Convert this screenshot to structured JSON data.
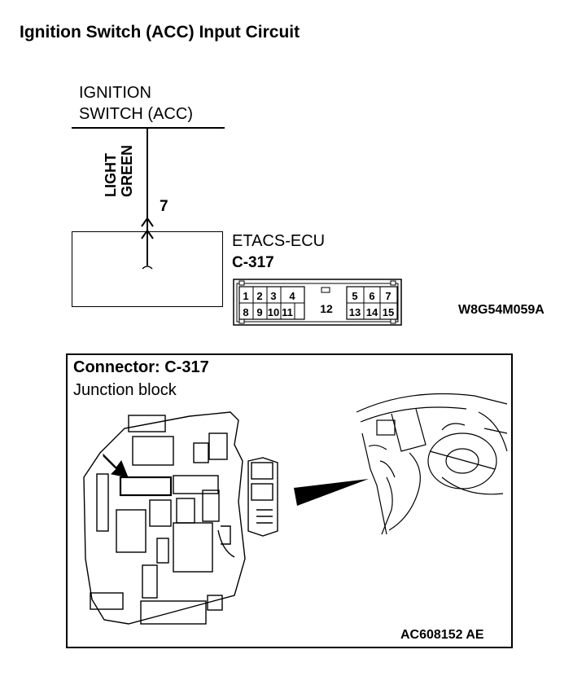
{
  "title": "Ignition Switch (ACC) Input Circuit",
  "schematic": {
    "switch_label_line1": "IGNITION",
    "switch_label_line2": "SWITCH (ACC)",
    "wire_color_line1": "LIGHT",
    "wire_color_line2": "GREEN",
    "pin_number": "7",
    "ecu_name": "ETACS-ECU",
    "ecu_connector": "C-317",
    "connector_pins_top": [
      "1",
      "2",
      "3",
      "4",
      "5",
      "6",
      "7"
    ],
    "connector_pins_bottom": [
      "8",
      "9",
      "10",
      "11",
      "12",
      "13",
      "14",
      "15"
    ],
    "diagram_code": "W8G54M059A"
  },
  "connector_info": {
    "title": "Connector: C-317",
    "subtitle": "Junction block",
    "photo_code": "AC608152 AE"
  }
}
